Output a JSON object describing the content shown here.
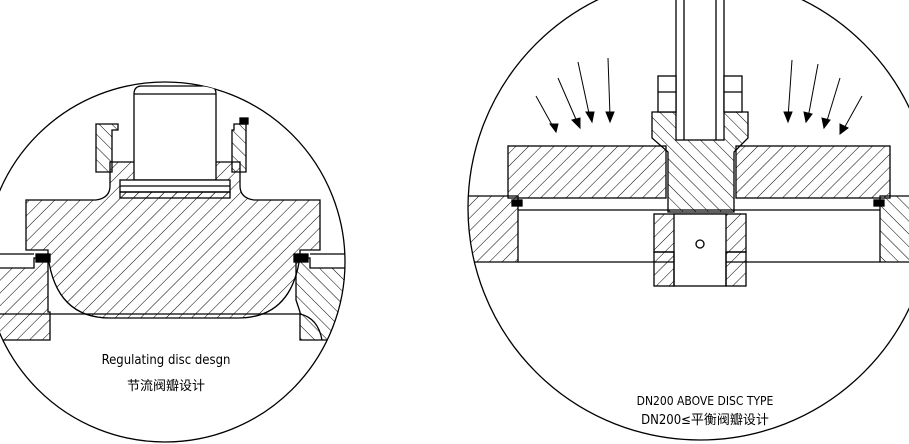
{
  "left_detail": {
    "caption_en": "Regulating disc desgn",
    "caption_cn": "节流阀瓣设计"
  },
  "right_detail": {
    "caption_en": "DN200 ABOVE DISC TYPE",
    "caption_cn": "DN200≤平衡阀瓣设计"
  }
}
